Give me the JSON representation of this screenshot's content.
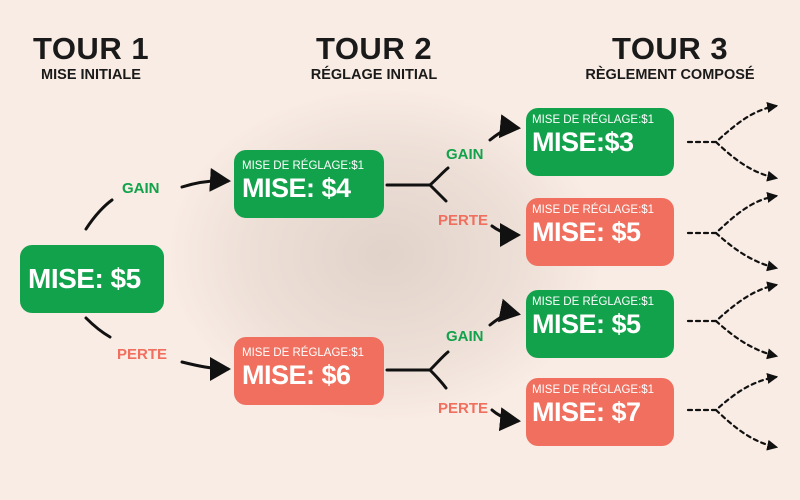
{
  "rounds": [
    {
      "title": "TOUR 1",
      "subtitle": "MISE INITIALE"
    },
    {
      "title": "TOUR 2",
      "subtitle": "RÉGLAGE INITIAL"
    },
    {
      "title": "TOUR 3",
      "subtitle": "RÈGLEMENT COMPOSÉ"
    }
  ],
  "nodes": {
    "start": {
      "bet": "MISE: $5",
      "color": "#12a24b"
    },
    "r2_gain": {
      "adjust": "MISE DE RÉGLAGE:$1",
      "bet": "MISE: $4",
      "color": "#12a24b"
    },
    "r2_loss": {
      "adjust": "MISE DE RÉGLAGE:$1",
      "bet": "MISE: $6",
      "color": "#f06f5e"
    },
    "r3_gain_gain": {
      "adjust": "MISE DE RÉGLAGE:$1",
      "bet": "MISE:$3",
      "color": "#12a24b"
    },
    "r3_gain_loss": {
      "adjust": "MISE DE RÉGLAGE:$1",
      "bet": "MISE: $5",
      "color": "#f06f5e"
    },
    "r3_loss_gain": {
      "adjust": "MISE DE RÉGLAGE:$1",
      "bet": "MISE: $5",
      "color": "#12a24b"
    },
    "r3_loss_loss": {
      "adjust": "MISE DE RÉGLAGE:$1",
      "bet": "MISE: $7",
      "color": "#f06f5e"
    }
  },
  "labels": {
    "gain": "GAIN",
    "loss": "PERTE"
  },
  "colors": {
    "gain": "#12a24b",
    "loss": "#f06f5e",
    "background": "#f9ece4",
    "text": "#1a1a1a"
  }
}
